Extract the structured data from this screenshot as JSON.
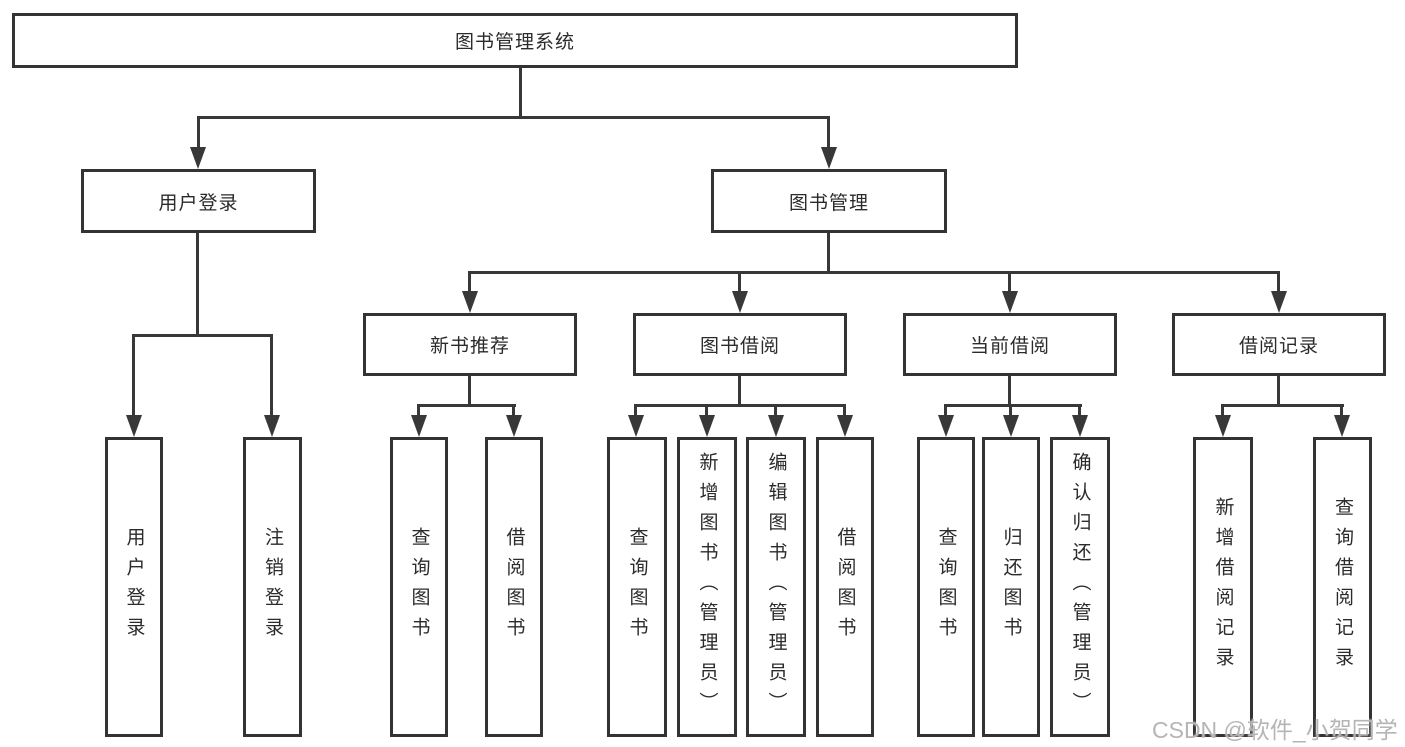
{
  "diagram_title": "图书管理系统",
  "colors": {
    "line": "#383838",
    "box_border": "#333333",
    "text": "#2b2b2b",
    "watermark": "#b5b5b5",
    "background": "#ffffff"
  },
  "tree": {
    "root": {
      "label": "图书管理系统"
    },
    "branches": [
      {
        "label": "用户登录",
        "children": [
          {
            "label": "用户登录"
          },
          {
            "label": "注销登录"
          }
        ]
      },
      {
        "label": "图书管理",
        "children": [
          {
            "label": "新书推荐",
            "children": [
              {
                "label": "查询图书"
              },
              {
                "label": "借阅图书"
              }
            ]
          },
          {
            "label": "图书借阅",
            "children": [
              {
                "label": "查询图书"
              },
              {
                "label": "新增图书（管理员）"
              },
              {
                "label": "编辑图书（管理员）"
              },
              {
                "label": "借阅图书"
              }
            ]
          },
          {
            "label": "当前借阅",
            "children": [
              {
                "label": "查询图书"
              },
              {
                "label": "归还图书"
              },
              {
                "label": "确认归还（管理员）"
              }
            ]
          },
          {
            "label": "借阅记录",
            "children": [
              {
                "label": "新增借阅记录"
              },
              {
                "label": "查询借阅记录"
              }
            ]
          }
        ]
      }
    ]
  },
  "watermark": {
    "text": "CSDN @软件_小贺同学"
  }
}
